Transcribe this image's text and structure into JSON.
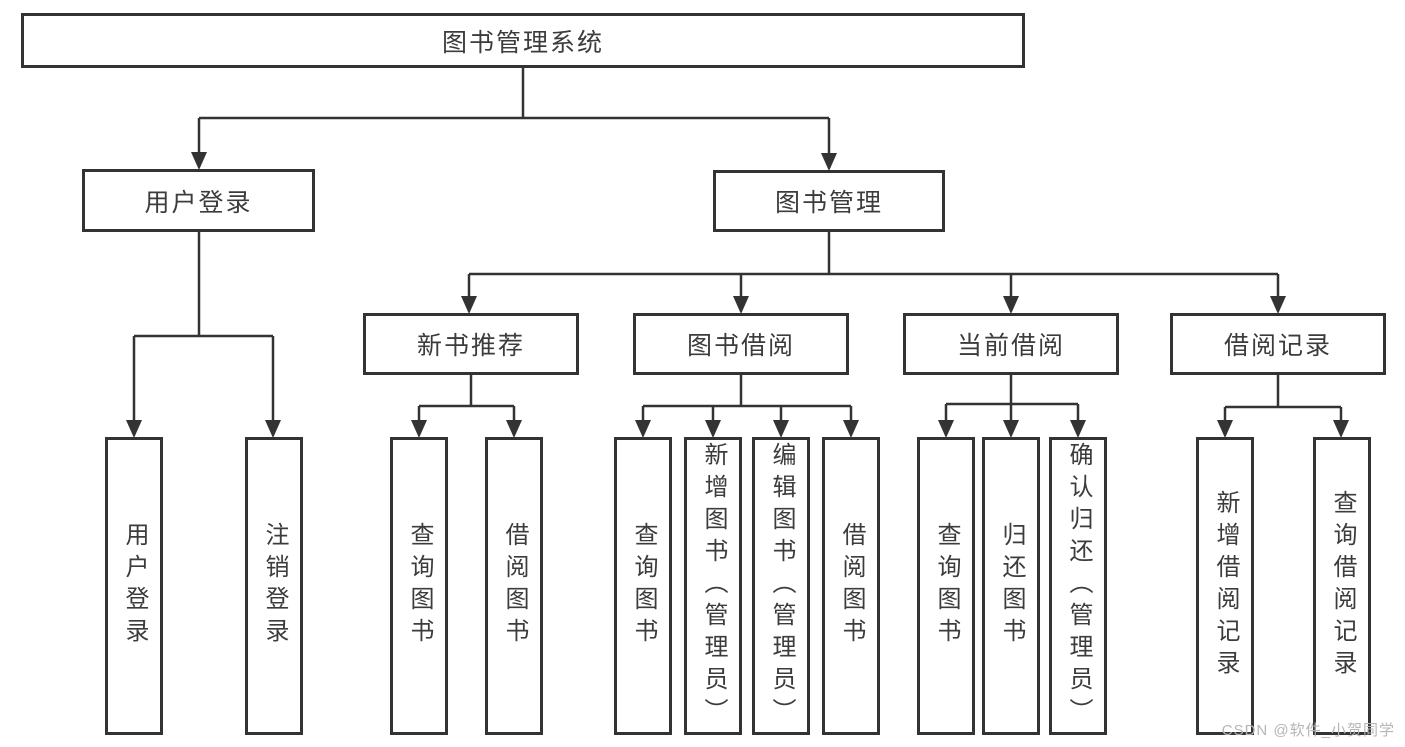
{
  "tree": {
    "root": {
      "label": "图书管理系统"
    },
    "level1": [
      {
        "label": "用户登录",
        "children": [
          {
            "label": "用户登录"
          },
          {
            "label": "注销登录"
          }
        ]
      },
      {
        "label": "图书管理",
        "children": [
          {
            "label": "新书推荐",
            "children": [
              {
                "label": "查询图书"
              },
              {
                "label": "借阅图书"
              }
            ]
          },
          {
            "label": "图书借阅",
            "children": [
              {
                "label": "查询图书"
              },
              {
                "label": "新增图书（管理员）"
              },
              {
                "label": "编辑图书（管理员）"
              },
              {
                "label": "借阅图书"
              }
            ]
          },
          {
            "label": "当前借阅",
            "children": [
              {
                "label": "查询图书"
              },
              {
                "label": "归还图书"
              },
              {
                "label": "确认归还（管理员）"
              }
            ]
          },
          {
            "label": "借阅记录",
            "children": [
              {
                "label": "新增借阅记录"
              },
              {
                "label": "查询借阅记录"
              }
            ]
          }
        ]
      }
    ]
  },
  "watermark": "CSDN @软件_小贺同学",
  "colors": {
    "line": "#333333",
    "text": "#3c3c3c",
    "watermark": "#b5b5b5",
    "background": "#ffffff"
  }
}
